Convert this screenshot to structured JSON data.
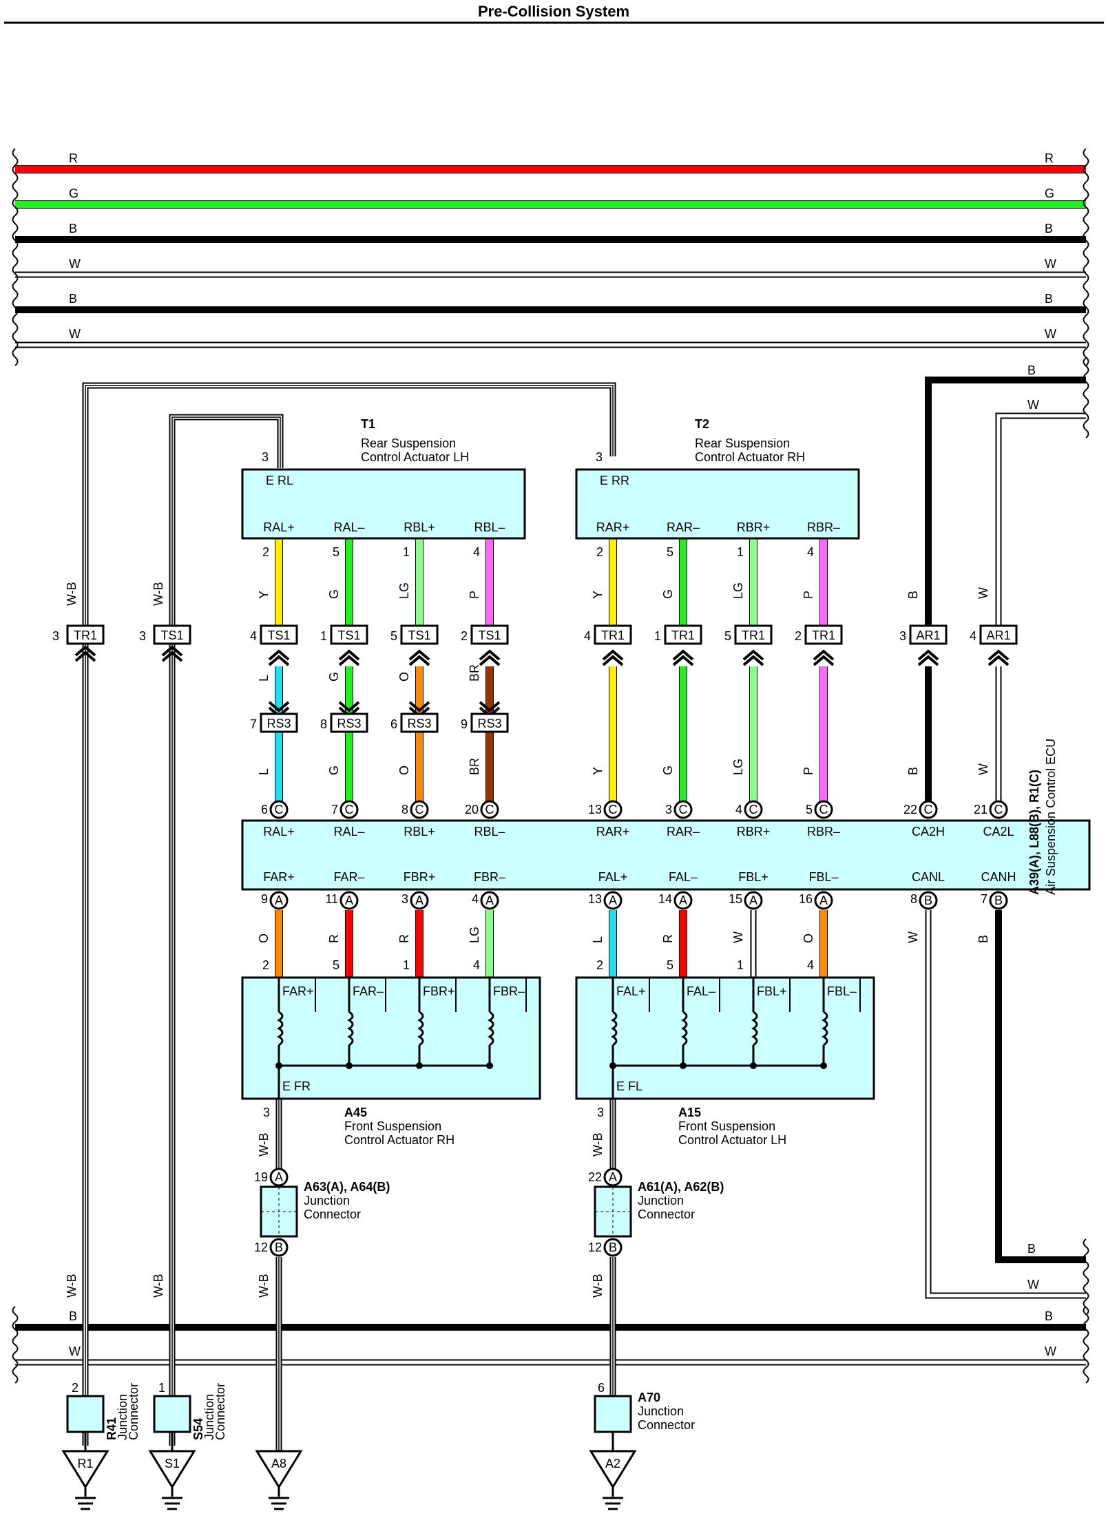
{
  "title": "Pre-Collision System",
  "colors": {
    "R": "#ff0000",
    "G": "#22ee22",
    "B": "#000000",
    "W": "#ffffff",
    "Y": "#ffee00",
    "LG": "#88ff88",
    "P": "#ff66ff",
    "L": "#22ddee",
    "O": "#ff8800",
    "BR": "#993300",
    "W-B": "#ffffff",
    "box": "#ccffff"
  },
  "bus_top": [
    {
      "code": "R"
    },
    {
      "code": "G"
    },
    {
      "code": "B"
    },
    {
      "code": "W"
    },
    {
      "code": "B"
    },
    {
      "code": "W"
    }
  ],
  "bus_bottom": [
    {
      "code": "B"
    },
    {
      "code": "W"
    }
  ],
  "right_in": [
    {
      "code": "B"
    },
    {
      "code": "W"
    }
  ],
  "right_out": [
    {
      "code": "B"
    },
    {
      "code": "W"
    }
  ],
  "t1": {
    "id": "T1",
    "name_line1": "Rear Suspension",
    "name_line2": "Control Actuator LH",
    "ground": "E RL",
    "ground_pin": "3",
    "terms": [
      "RAL+",
      "RAL–",
      "RBL+",
      "RBL–"
    ],
    "pins": [
      "2",
      "5",
      "1",
      "4"
    ]
  },
  "t2": {
    "id": "T2",
    "name_line1": "Rear Suspension",
    "name_line2": "Control Actuator RH",
    "ground": "E RR",
    "ground_pin": "3",
    "terms": [
      "RAR+",
      "RAR–",
      "RBR+",
      "RBR–"
    ],
    "pins": [
      "2",
      "5",
      "1",
      "4"
    ]
  },
  "rear_wires": [
    {
      "upper": "Y",
      "tag": "TS1",
      "tpin": "4",
      "lower": "L",
      "rs": "RS3",
      "rspin": "7",
      "ecu_pin": "6"
    },
    {
      "upper": "G",
      "tag": "TS1",
      "tpin": "1",
      "lower": "G",
      "rs": "RS3",
      "rspin": "8",
      "ecu_pin": "7"
    },
    {
      "upper": "LG",
      "tag": "TS1",
      "tpin": "5",
      "lower": "O",
      "rs": "RS3",
      "rspin": "6",
      "ecu_pin": "8"
    },
    {
      "upper": "P",
      "tag": "TS1",
      "tpin": "2",
      "lower": "BR",
      "rs": "RS3",
      "rspin": "9",
      "ecu_pin": "20"
    },
    {
      "upper": "Y",
      "tag": "TR1",
      "tpin": "4",
      "lower": "Y",
      "ecu_pin": "13"
    },
    {
      "upper": "G",
      "tag": "TR1",
      "tpin": "1",
      "lower": "G",
      "ecu_pin": "3"
    },
    {
      "upper": "LG",
      "tag": "TR1",
      "tpin": "5",
      "lower": "LG",
      "ecu_pin": "4"
    },
    {
      "upper": "P",
      "tag": "TR1",
      "tpin": "2",
      "lower": "P",
      "ecu_pin": "5"
    }
  ],
  "can_wires": [
    {
      "upper": "B",
      "tag": "AR1",
      "tpin": "3",
      "lower": "B",
      "ecu_pin": "22"
    },
    {
      "upper": "W",
      "tag": "AR1",
      "tpin": "4",
      "lower": "W",
      "ecu_pin": "21"
    }
  ],
  "left_grounds": [
    {
      "color": "W-B",
      "tag": "TR1",
      "tpin": "3",
      "jpin": "2",
      "jid": "R41",
      "jname": "Junction",
      "jname2": "Connector",
      "gnd": "R1"
    },
    {
      "color": "W-B",
      "tag": "TS1",
      "tpin": "3",
      "jpin": "1",
      "jid": "S54",
      "jname": "Junction",
      "jname2": "Connector",
      "gnd": "S1"
    }
  ],
  "ecu": {
    "id": "A39(A), L88(B), R1(C)",
    "name": "Air Suspension Control ECU",
    "top_terms": [
      "RAL+",
      "RAL–",
      "RBL+",
      "RBL–",
      "RAR+",
      "RAR–",
      "RBR+",
      "RBR–",
      "CA2H",
      "CA2L"
    ],
    "bottom_terms": [
      "FAR+",
      "FAR–",
      "FBR+",
      "FBR–",
      "FAL+",
      "FAL–",
      "FBL+",
      "FBL–",
      "CANL",
      "CANH"
    ]
  },
  "ecu_bottom_pins": [
    {
      "pin": "9",
      "conn": "A",
      "color": "O",
      "apin": "2"
    },
    {
      "pin": "11",
      "conn": "A",
      "color": "R",
      "apin": "5"
    },
    {
      "pin": "3",
      "conn": "A",
      "color": "R",
      "apin": "1"
    },
    {
      "pin": "4",
      "conn": "A",
      "color": "LG",
      "apin": "4"
    },
    {
      "pin": "13",
      "conn": "A",
      "color": "L",
      "apin": "2"
    },
    {
      "pin": "14",
      "conn": "A",
      "color": "R",
      "apin": "5"
    },
    {
      "pin": "15",
      "conn": "A",
      "color": "W",
      "apin": "1"
    },
    {
      "pin": "16",
      "conn": "A",
      "color": "O",
      "apin": "4"
    },
    {
      "pin": "8",
      "conn": "B",
      "color": "W"
    },
    {
      "pin": "7",
      "conn": "B",
      "color": "B"
    }
  ],
  "a45": {
    "id": "A45",
    "name_line1": "Front Suspension",
    "name_line2": "Control Actuator RH",
    "ground": "E FR",
    "ground_pin": "3",
    "terms": [
      "FAR+",
      "FAR–",
      "FBR+",
      "FBR–"
    ]
  },
  "a15": {
    "id": "A15",
    "name_line1": "Front Suspension",
    "name_line2": "Control Actuator LH",
    "ground": "E FL",
    "ground_pin": "3",
    "terms": [
      "FAL+",
      "FAL–",
      "FBL+",
      "FBL–"
    ]
  },
  "junction_a": {
    "id": "A63(A), A64(B)",
    "name_line1": "Junction",
    "name_line2": "Connector",
    "pin_top": "19",
    "conn_top": "A",
    "pin_bot": "12",
    "conn_bot": "B"
  },
  "junction_b": {
    "id": "A61(A), A62(B)",
    "name_line1": "Junction",
    "name_line2": "Connector",
    "pin_top": "22",
    "conn_top": "A",
    "pin_bot": "12",
    "conn_bot": "B"
  },
  "front_grounds": [
    {
      "wire": "W-B",
      "gnd": "A8"
    },
    {
      "wire": "W-B",
      "gnd": "A2",
      "jpin": "6",
      "jid": "A70",
      "jname": "Junction",
      "jname2": "Connector"
    }
  ]
}
